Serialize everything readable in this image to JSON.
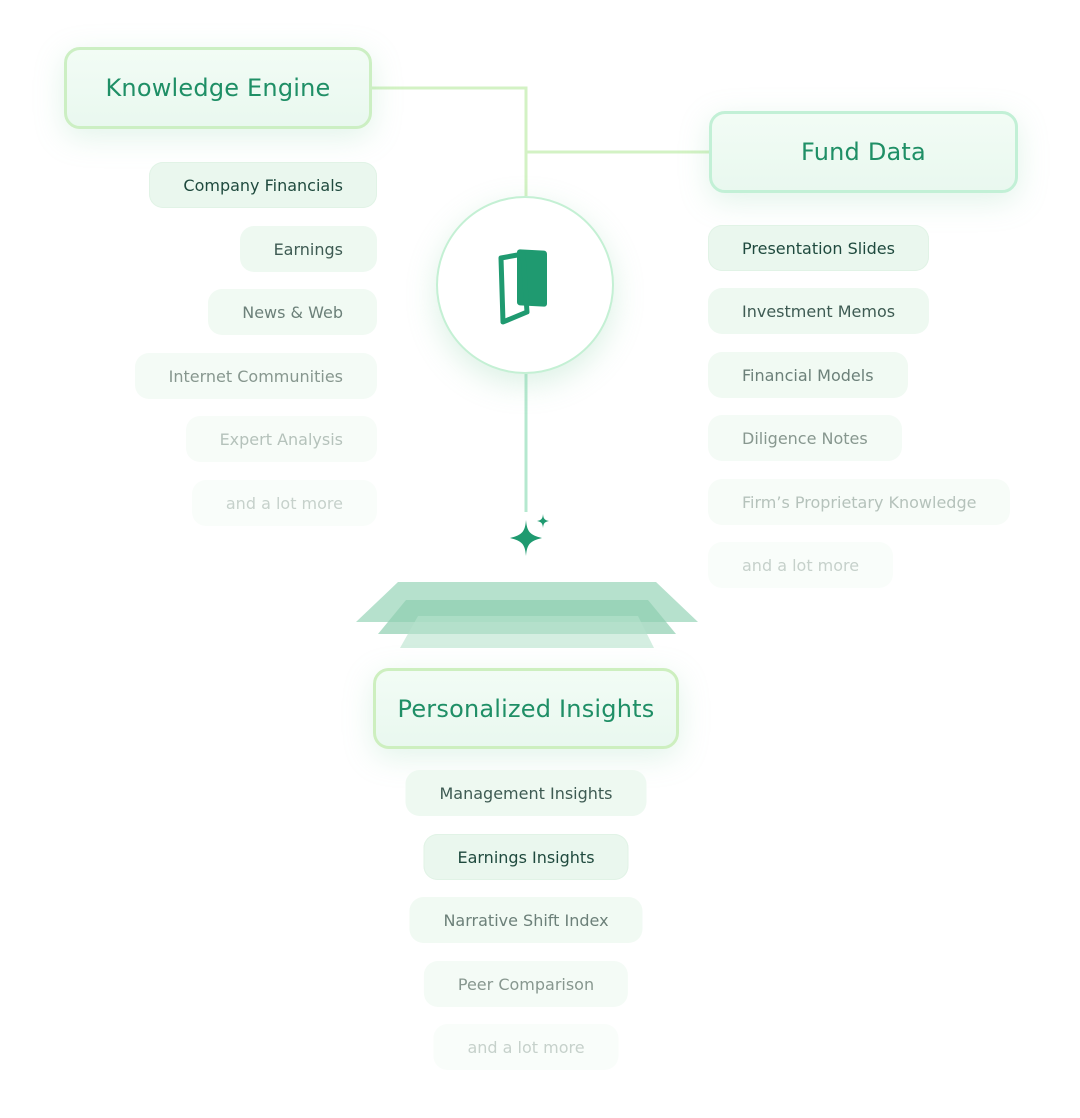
{
  "knowledge_engine": {
    "title": "Knowledge Engine",
    "items": [
      "Company Financials",
      "Earnings",
      "News & Web",
      "Internet Communities",
      "Expert Analysis",
      "and a lot more"
    ]
  },
  "fund_data": {
    "title": "Fund Data",
    "items": [
      "Presentation Slides",
      "Investment Memos",
      "Financial Models",
      "Diligence Notes",
      "Firm’s Proprietary Knowledge",
      "and a lot more"
    ]
  },
  "personalized_insights": {
    "title": "Personalized Insights",
    "items": [
      "Management Insights",
      "Earnings Insights",
      "Narrative Shift Index",
      "Peer Comparison",
      "and a lot more"
    ]
  },
  "icons": {
    "hub": "book-logo-icon",
    "sparkle": "sparkle-icon",
    "layers": "stacked-layers-icon"
  },
  "colors": {
    "accent": "#1f9a70",
    "header_text": "#1f8f66",
    "border_green": "#c9f0c9",
    "pill_bg": "#eaf7ee"
  }
}
